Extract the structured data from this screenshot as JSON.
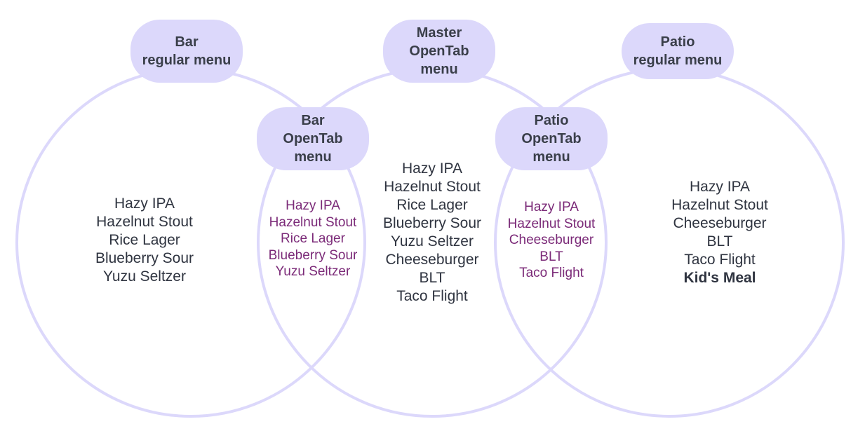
{
  "colors": {
    "circle_stroke": "#dcd8fb",
    "pill_fill": "#dcd8fb",
    "label_text": "#3a3f4a",
    "item_text": "#2f3440",
    "overlap_text": "#7b2a78"
  },
  "sets": {
    "bar_regular": {
      "label": [
        "Bar",
        "regular menu"
      ],
      "items": [
        "Hazy IPA",
        "Hazelnut Stout",
        "Rice Lager",
        "Blueberry Sour",
        "Yuzu Seltzer"
      ]
    },
    "master_opentab": {
      "label": [
        "Master",
        "OpenTab",
        "menu"
      ],
      "items": [
        "Hazy IPA",
        "Hazelnut Stout",
        "Rice Lager",
        "Blueberry Sour",
        "Yuzu Seltzer",
        "Cheeseburger",
        "BLT",
        "Taco Flight"
      ]
    },
    "patio_regular": {
      "label": [
        "Patio",
        "regular menu"
      ],
      "items": [
        "Hazy IPA",
        "Hazelnut Stout",
        "Cheeseburger",
        "BLT",
        "Taco Flight"
      ],
      "bold_item": "Kid's Meal"
    }
  },
  "intersections": {
    "bar_opentab": {
      "label": [
        "Bar",
        "OpenTab",
        "menu"
      ],
      "items": [
        "Hazy IPA",
        "Hazelnut Stout",
        "Rice Lager",
        "Blueberry Sour",
        "Yuzu Seltzer"
      ]
    },
    "patio_opentab": {
      "label": [
        "Patio",
        "OpenTab",
        "menu"
      ],
      "items": [
        "Hazy IPA",
        "Hazelnut Stout",
        "Cheeseburger",
        "BLT",
        "Taco Flight"
      ]
    }
  }
}
